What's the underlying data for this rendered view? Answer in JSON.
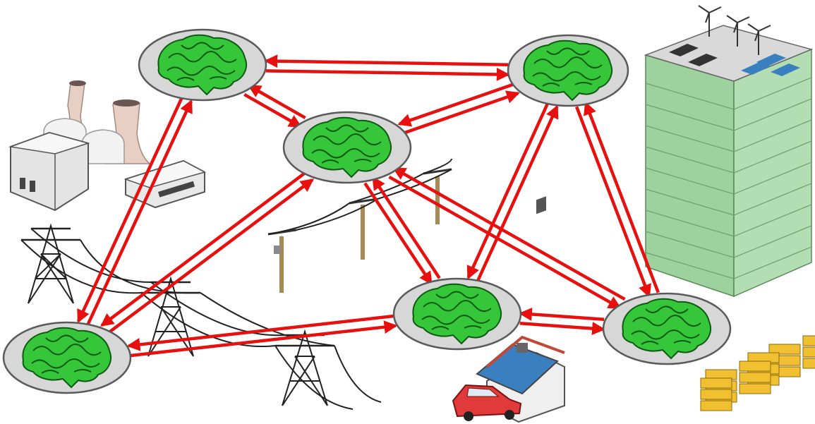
{
  "diagram": {
    "type": "distributed-smart-grid-network",
    "colors": {
      "link": "#e80f0f",
      "node_fill": "#d7d7d7",
      "node_stroke": "#5a5a5a",
      "brain": "#35c63a",
      "brain_dark": "#0e5a12",
      "building_glass": "#7fbf7f",
      "solar_panel": "#3a7fc0",
      "cooling_tower": "#e8cfc4",
      "car": "#e03a3a",
      "battery": "#f0c030"
    },
    "nodes": [
      {
        "id": "n1",
        "icon": "brain-icon"
      },
      {
        "id": "n2",
        "icon": "brain-icon"
      },
      {
        "id": "n3",
        "icon": "brain-icon"
      },
      {
        "id": "n4",
        "icon": "brain-icon"
      },
      {
        "id": "n5",
        "icon": "brain-icon"
      },
      {
        "id": "n6",
        "icon": "brain-icon"
      }
    ],
    "links": [
      [
        "n1",
        "n2"
      ],
      [
        "n2",
        "n1"
      ],
      [
        "n1",
        "n3"
      ],
      [
        "n3",
        "n1"
      ],
      [
        "n2",
        "n3"
      ],
      [
        "n3",
        "n2"
      ],
      [
        "n1",
        "n4"
      ],
      [
        "n4",
        "n1"
      ],
      [
        "n3",
        "n4"
      ],
      [
        "n4",
        "n3"
      ],
      [
        "n3",
        "n5"
      ],
      [
        "n5",
        "n3"
      ],
      [
        "n3",
        "n6"
      ],
      [
        "n6",
        "n3"
      ],
      [
        "n2",
        "n5"
      ],
      [
        "n5",
        "n2"
      ],
      [
        "n2",
        "n6"
      ],
      [
        "n6",
        "n2"
      ],
      [
        "n4",
        "n5"
      ],
      [
        "n5",
        "n4"
      ],
      [
        "n5",
        "n6"
      ],
      [
        "n6",
        "n5"
      ]
    ],
    "illustrations": [
      "power-plant-icon",
      "transmission-tower-icon",
      "utility-pole-icon",
      "skyscraper-icon",
      "wind-turbine-icon",
      "solar-house-icon",
      "electric-car-icon",
      "battery-bank-icon"
    ]
  }
}
